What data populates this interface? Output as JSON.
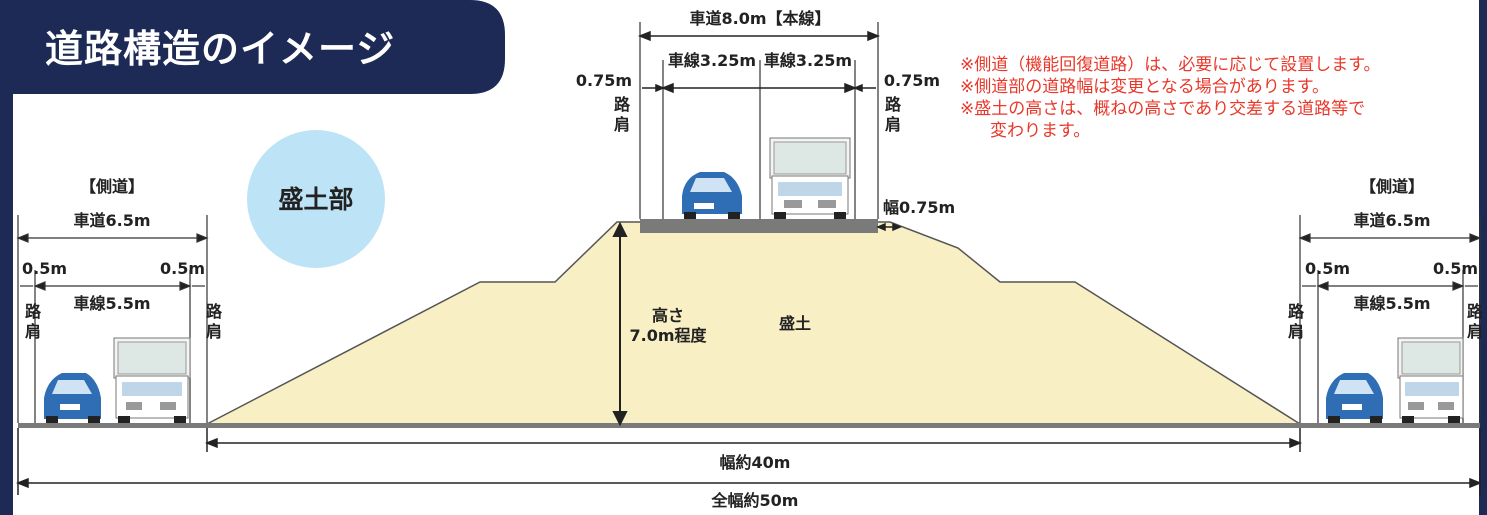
{
  "title": "道路構造のイメージ",
  "badge": "盛土部",
  "notes": [
    "※側道（機能回復道路）は、必要に応じて設置します。",
    "※側道部の道路幅は変更となる場合があります。",
    "※盛土の高さは、概ねの高さであり交差する道路等で",
    "変わります。"
  ],
  "main_road": {
    "carriageway": "車道8.0m【本線】",
    "lane1": "車線3.25m",
    "lane2": "車線3.25m",
    "shoulder_left": "0.75m",
    "shoulder_right": "0.75m",
    "shoulder_label_1": "路",
    "shoulder_label_2": "肩",
    "edge_width": "幅0.75m"
  },
  "embankment": {
    "height_line1": "高さ",
    "height_line2": "7.0m程度",
    "label": "盛土",
    "base_width": "幅約40m",
    "total_width": "全幅約50m"
  },
  "side_road_left": {
    "title": "【側道】",
    "carriageway": "車道6.5m",
    "shoulder_left": "0.5m",
    "shoulder_right": "0.5m",
    "lane": "車線5.5m",
    "shoulder_label_1": "路",
    "shoulder_label_2": "肩"
  },
  "side_road_right": {
    "title": "【側道】",
    "carriageway": "車道6.5m",
    "shoulder_left": "0.5m",
    "shoulder_right": "0.5m",
    "lane": "車線5.5m",
    "shoulder_label_1": "路",
    "shoulder_label_2": "肩"
  },
  "colors": {
    "navy": "#1d2a55",
    "embankment_fill": "#f8f0c4",
    "road_surface": "#7a7a7a",
    "badge": "#bde3f6",
    "note_red": "#e8382a",
    "car_blue": "#2f6db5"
  }
}
